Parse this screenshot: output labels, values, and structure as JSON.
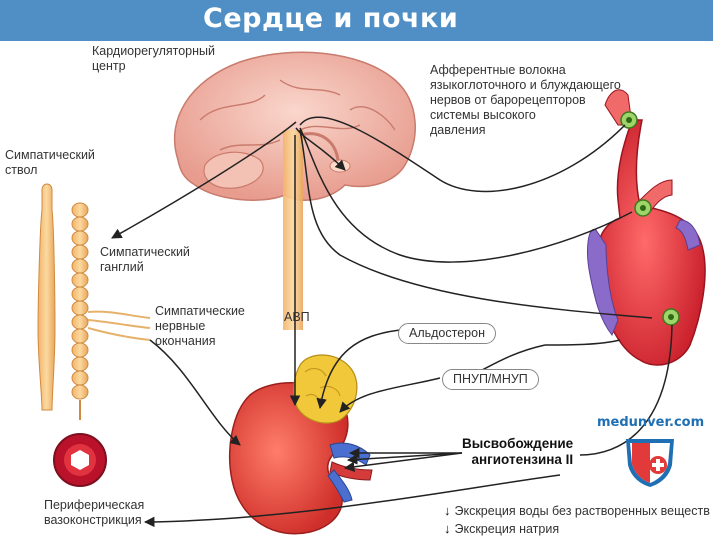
{
  "title": "Сердце и почки",
  "labels": {
    "cardio_center": "Кардиорегуляторный\nцентр",
    "afferent": "Афферентные волокна\nязыкоглоточного и блуждающего\nнервов от барорецепторов\nсистемы высокого\nдавления",
    "symp_trunk": "Симпатический\nствол",
    "symp_ganglion": "Симпатический\nганглий",
    "symp_endings": "Симпатические\nнервные\nокончания",
    "avp": "АВП",
    "aldosterone": "Альдостерон",
    "pnup": "ПНУП/МНУП",
    "angiotensin": "Высвобождение\nангиотензина II",
    "peripheral": "Периферическая\nвазоконстрикция"
  },
  "legend": [
    {
      "arrow": "↓",
      "text": "Экскреция воды без растворенных веществ"
    },
    {
      "arrow": "↓",
      "text": "Экскреция натрия"
    }
  ],
  "brand": {
    "text": "medunver.com"
  },
  "colors": {
    "title_bar": "#4f8fc6",
    "brain": "#f2b5a8",
    "heart": "#e8383f",
    "kidney": "#e8473e",
    "adrenal": "#f1c83a",
    "nerve": "#f3c17a"
  }
}
